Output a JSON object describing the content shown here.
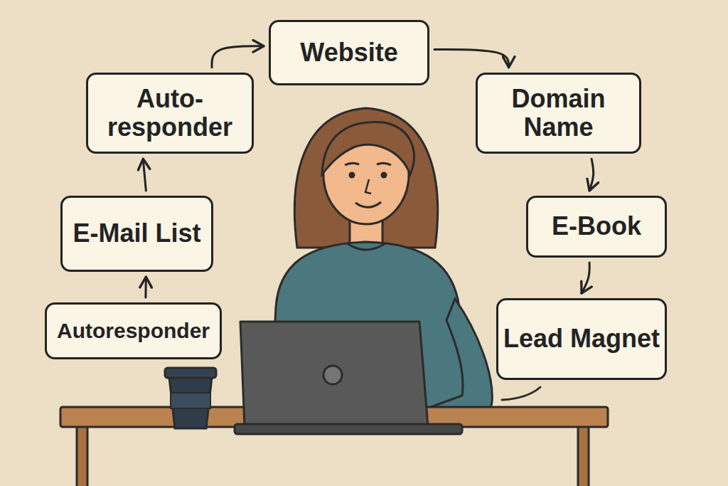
{
  "diagram": {
    "nodes": [
      {
        "text": [
          "Website"
        ]
      },
      {
        "text": [
          "Auto- responder"
        ]
      },
      {
        "text": [
          "Domain Name"
        ]
      },
      {
        "text": [
          "E-Mail List"
        ]
      },
      {
        "text": [
          "E-Book"
        ]
      },
      {
        "text": [
          "Autoresponder"
        ]
      },
      {
        "text": [
          "Lead Magnet"
        ]
      }
    ],
    "edges": [
      {
        "from": 5,
        "to": 3,
        "arrow": "to"
      },
      {
        "from": 3,
        "to": 1,
        "arrow": "to"
      },
      {
        "from": 1,
        "to": 0,
        "arrow": "to"
      },
      {
        "from": 0,
        "to": 2,
        "arrow": "to"
      },
      {
        "from": 2,
        "to": 4,
        "arrow": "to"
      },
      {
        "from": 4,
        "to": 6,
        "arrow": "to"
      }
    ]
  }
}
